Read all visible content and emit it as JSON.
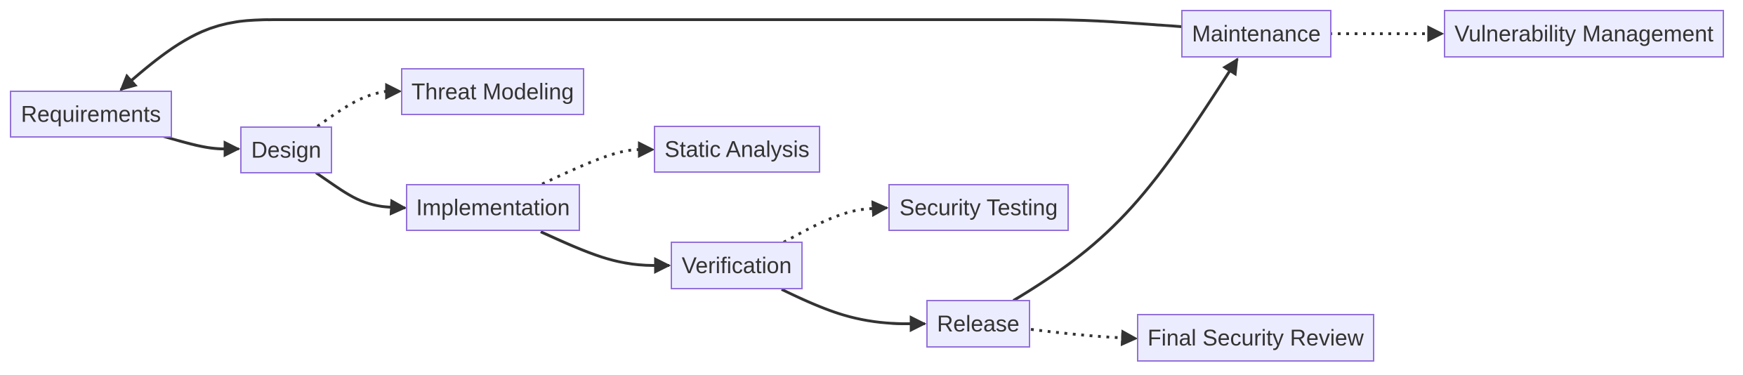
{
  "diagram": {
    "type": "flowchart",
    "nodes": {
      "requirements": "Requirements",
      "design": "Design",
      "threat_modeling": "Threat Modeling",
      "implementation": "Implementation",
      "static_analysis": "Static Analysis",
      "verification": "Verification",
      "security_testing": "Security Testing",
      "release": "Release",
      "final_security_review": "Final Security Review",
      "maintenance": "Maintenance",
      "vulnerability_management": "Vulnerability Management"
    },
    "edges": [
      {
        "from": "Requirements",
        "to": "Design",
        "style": "solid"
      },
      {
        "from": "Design",
        "to": "Implementation",
        "style": "solid"
      },
      {
        "from": "Implementation",
        "to": "Verification",
        "style": "solid"
      },
      {
        "from": "Verification",
        "to": "Release",
        "style": "solid"
      },
      {
        "from": "Release",
        "to": "Maintenance",
        "style": "solid"
      },
      {
        "from": "Maintenance",
        "to": "Requirements",
        "style": "solid"
      },
      {
        "from": "Design",
        "to": "Threat Modeling",
        "style": "dotted"
      },
      {
        "from": "Implementation",
        "to": "Static Analysis",
        "style": "dotted"
      },
      {
        "from": "Verification",
        "to": "Security Testing",
        "style": "dotted"
      },
      {
        "from": "Release",
        "to": "Final Security Review",
        "style": "dotted"
      },
      {
        "from": "Maintenance",
        "to": "Vulnerability Management",
        "style": "dotted"
      }
    ],
    "colors": {
      "node_fill": "#ececff",
      "node_border": "#9370db",
      "edge": "#333333",
      "text": "#333333"
    }
  }
}
